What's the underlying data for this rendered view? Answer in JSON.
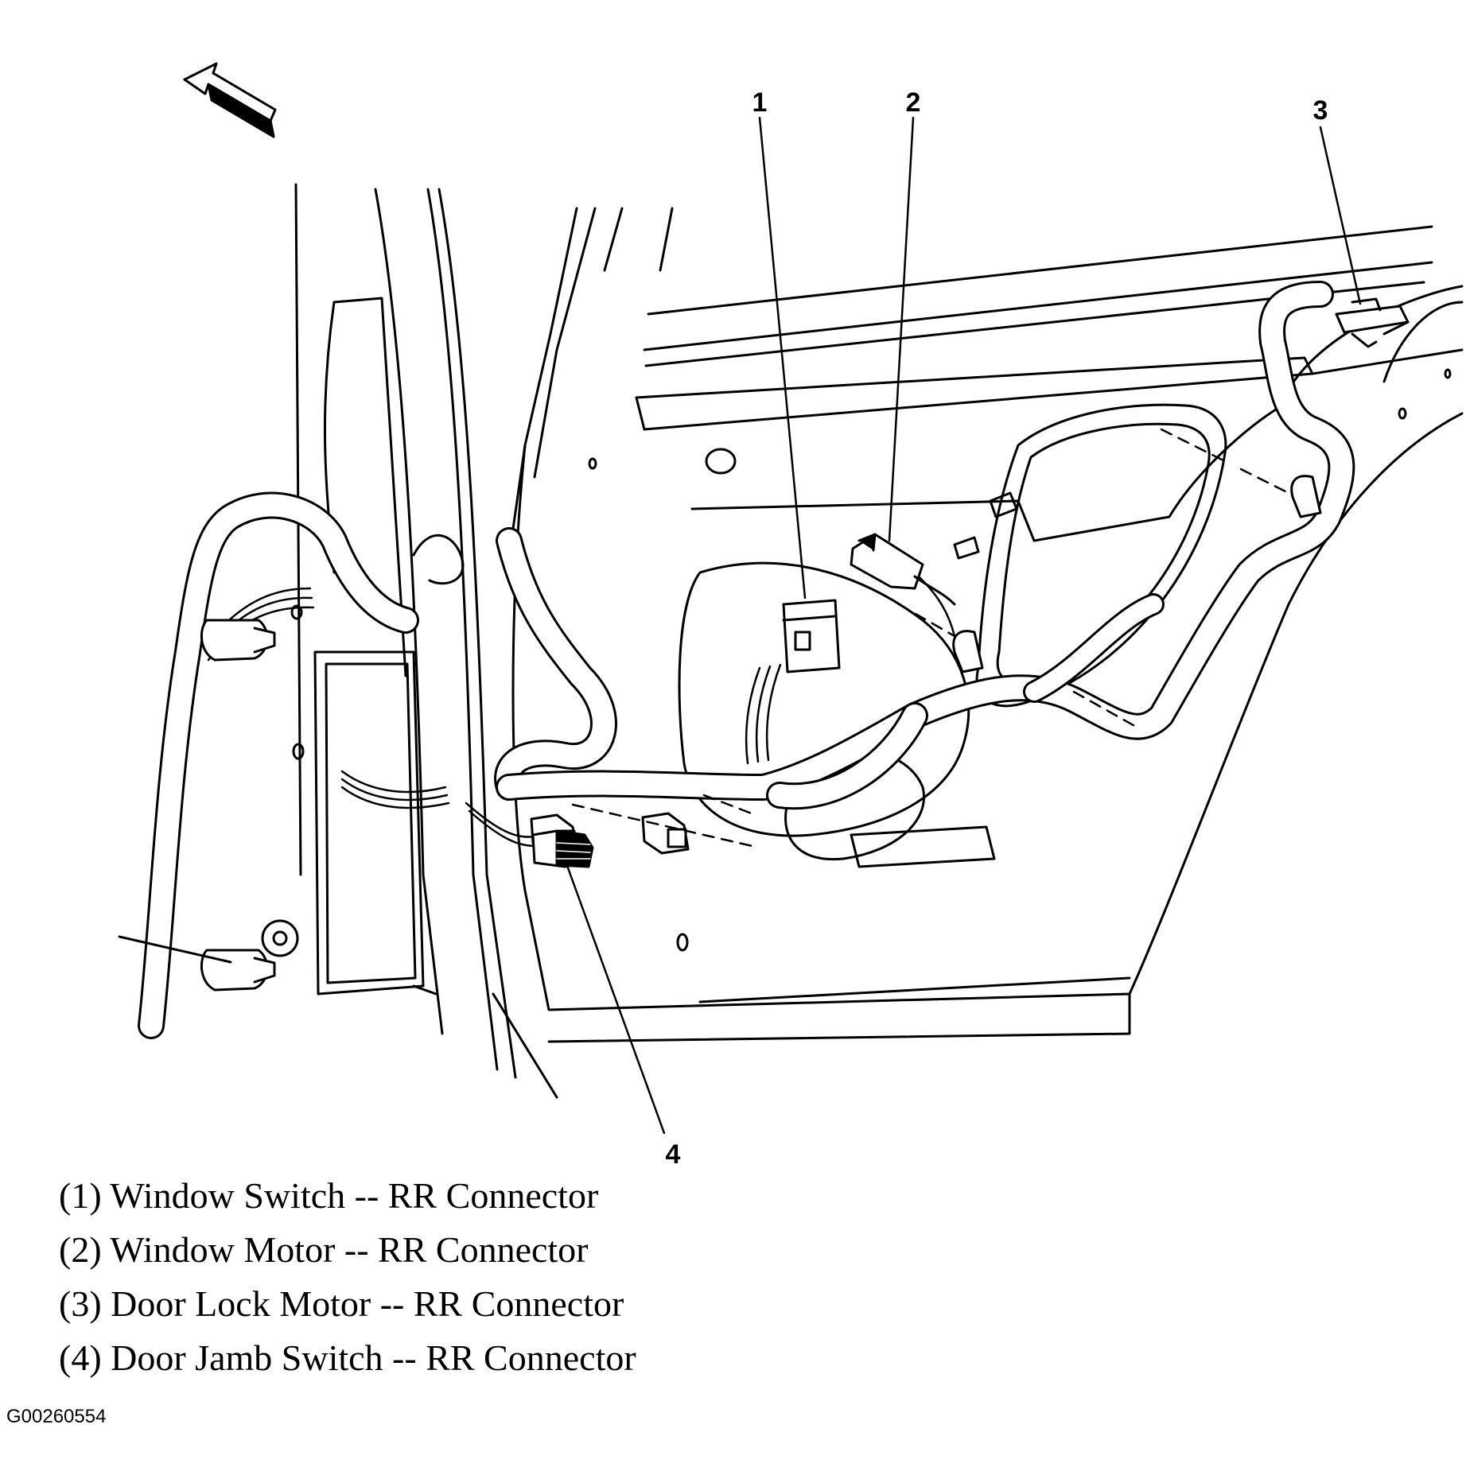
{
  "diagram": {
    "callouts": [
      "1",
      "2",
      "3",
      "4"
    ],
    "legend": [
      "(1) Window Switch -- RR Connector",
      "(2) Window Motor -- RR Connector",
      "(3) Door Lock Motor -- RR Connector",
      "(4) Door Jamb Switch -- RR Connector"
    ],
    "figure_id": "G00260554",
    "direction_icon": "forward-arrow-icon"
  }
}
